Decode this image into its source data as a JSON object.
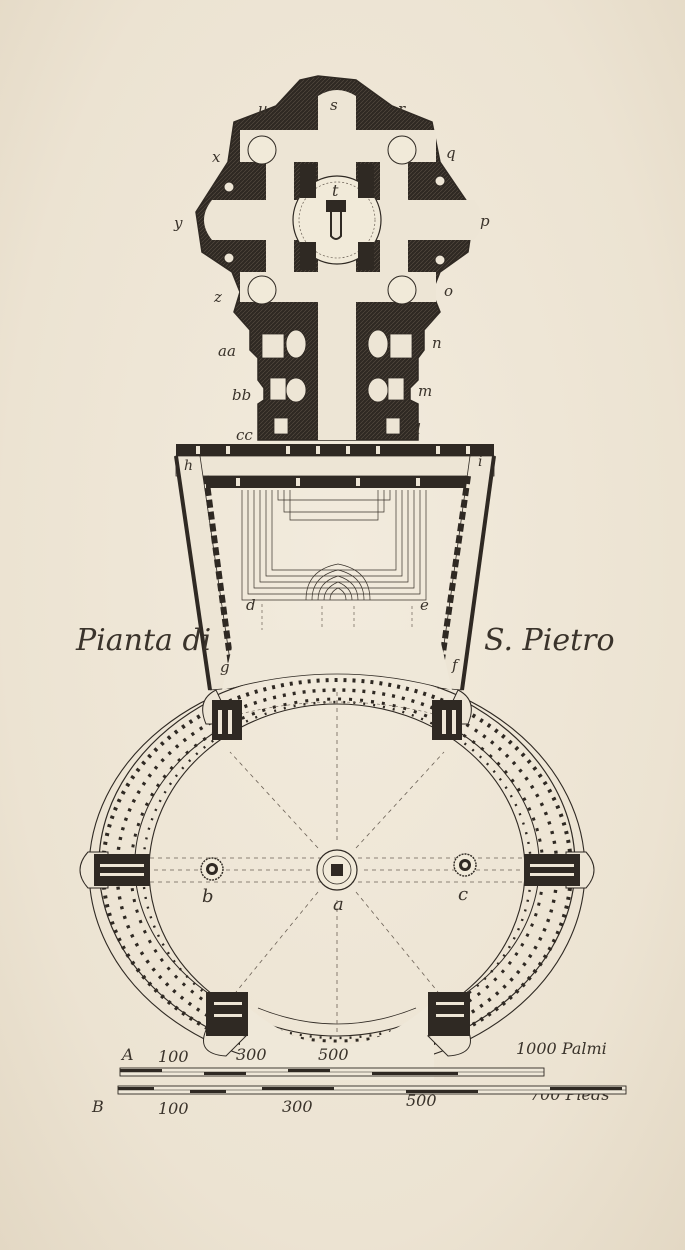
{
  "title": {
    "left": "Pianta di",
    "right": "S. Pietro"
  },
  "labels": {
    "u": "u",
    "s": "s",
    "r": "r",
    "x": "x",
    "q": "q",
    "t": "t",
    "y": "y",
    "p": "p",
    "z": "z",
    "o": "o",
    "aa": "aa",
    "n": "n",
    "bb": "bb",
    "m": "m",
    "cc": "cc",
    "l": "l",
    "h": "h",
    "i": "i",
    "d": "d",
    "e": "e",
    "g": "g",
    "f": "f",
    "a": "a",
    "b": "b",
    "c": "c"
  },
  "scale_a": {
    "letter": "A",
    "ticks": [
      "100",
      "300",
      "500"
    ],
    "end": "1000 Palmi"
  },
  "scale_b": {
    "letter": "B",
    "ticks": [
      "100",
      "300",
      "500"
    ],
    "end": "700 Pieds"
  },
  "colors": {
    "paper": "#efe7d8",
    "ink": "#2f2923"
  }
}
